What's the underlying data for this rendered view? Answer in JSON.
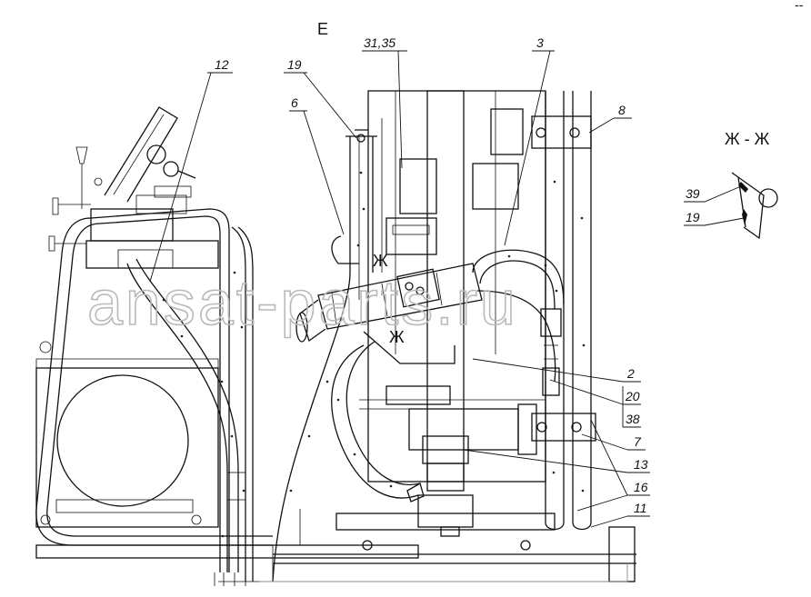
{
  "drawing": {
    "view_label": "Е",
    "section_label": "Ж - Ж",
    "section_marks": [
      "Ж",
      "Ж"
    ],
    "watermark": "ansat-parts.ru",
    "corner_mark": "--",
    "callouts": [
      "12",
      "19",
      "6",
      "31,35",
      "3",
      "8",
      "2",
      "20",
      "38",
      "7",
      "13",
      "16",
      "11"
    ],
    "section_callouts": [
      "39",
      "19"
    ]
  }
}
